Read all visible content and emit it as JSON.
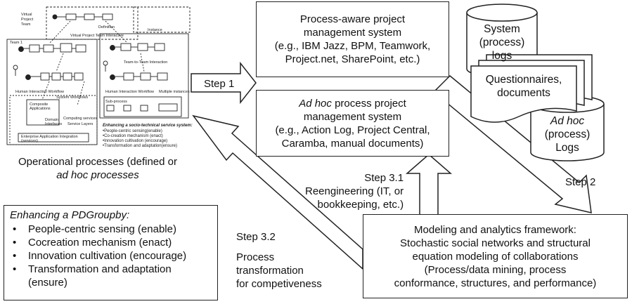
{
  "mini_diagram": {
    "labels": {
      "virtual_team": [
        "Virtual",
        "Project",
        "Team"
      ],
      "team": "Team 1",
      "interactive": "Virtual Project Team Interactive",
      "instance": "Instance",
      "definition": "Definition",
      "workflow": "Human Interaction Workflow",
      "system_workflows": "System Workflows",
      "composite": [
        "Composite",
        "Applications"
      ],
      "computing_services": "Computing services",
      "service_layers": "Service Layers",
      "domain_interfaces": [
        "Domain",
        "Interfaces"
      ],
      "integration": [
        "Enterprise Application Integration",
        "(services)"
      ],
      "team_metrics": "Team-to-Team Interaction",
      "multiple_instances": "Multiple instances",
      "human_workflow2": "Human Interaction Workflow",
      "sub_process": "Sub-process"
    },
    "enhancing_title": "Enhancing a socio-technical service system:",
    "enhancing_items": [
      "•People-centric sensing(enable)",
      "•Co-creation mechanism (enact)",
      "•Innovation cultivation (encourage)",
      "•Transformation and adaptation(ensure)"
    ]
  },
  "operational_caption": {
    "line1": "Operational processes (defined or",
    "line2": "ad hoc processes"
  },
  "enhancing_box": {
    "title": "Enhancing a PDGroupby:",
    "items": [
      "People-centric sensing (enable)",
      "Cocreation mechanism (enact)",
      "Innovation cultivation (encourage)",
      "Transformation and adaptation",
      "(ensure)"
    ]
  },
  "process_aware_box": {
    "lines": [
      "Process-aware project",
      "management system",
      "(e.g., IBM Jazz, BPM, Teamwork,",
      "Project.net, SharePoint, etc.)"
    ]
  },
  "adhoc_box": {
    "line1_italic": "Ad hoc",
    "line1_rest": " process project",
    "lines": [
      "management system",
      "(e.g., Action Log, Project Central,",
      "Caramba, manual documents)"
    ]
  },
  "modeling_box": {
    "lines": [
      "Modeling and analytics framework:",
      "Stochastic social networks and structural",
      "equation modeling of collaborations",
      "(Process/data mining, process",
      "conformance, structures, and performance)"
    ]
  },
  "system_logs": {
    "lines": [
      "System",
      "(process)",
      "logs"
    ]
  },
  "questionnaires": {
    "lines": [
      "Questionnaires,",
      "documents"
    ]
  },
  "adhoc_logs": {
    "italic": "Ad hoc",
    "lines": [
      "(process)",
      "Logs"
    ]
  },
  "step1": "Step 1",
  "step2": "Step 2",
  "step31": {
    "lines": [
      "Step 3.1",
      "Reengineering (IT, or",
      "bookkeeping, etc.)"
    ]
  },
  "step32": {
    "lines": [
      "Step 3.2",
      "Process",
      "transformation",
      "for competiveness"
    ]
  }
}
